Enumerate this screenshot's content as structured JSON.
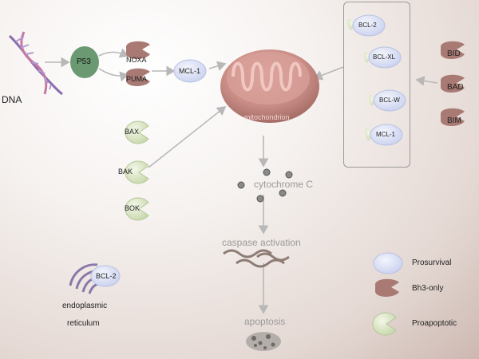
{
  "nodes": {
    "dna": "DNA",
    "p53": "P53",
    "noxa": "NOXA",
    "puma": "PUMA",
    "mcl1_left": "MCL-1",
    "mitochondrion": "mitochondrion",
    "bcl2_box": "BCL-2",
    "bclxl": "BCL-XL",
    "bclw": "BCL-W",
    "mcl1_box": "MCL-1",
    "bid": "BID",
    "bad": "BAD",
    "bim": "BIM",
    "bax": "BAX",
    "bak": "BAK",
    "bok": "BOK",
    "cytochrome": "cytochrome C",
    "caspase": "caspase activation",
    "apoptosis": "apoptosis",
    "bcl2_er": "BCL-2",
    "er_line1": "endoplasmic",
    "er_line2": "reticulum"
  },
  "legend": {
    "prosurvival": "Prosurvival",
    "bh3only": "Bh3-only",
    "proapoptotic": "Proapoptotic"
  },
  "colors": {
    "prosurvival_fill": "#dde2f4",
    "bh3_fill": "#a87a73",
    "proapoptotic_fill": "#dfe8cd",
    "p53_fill": "#6b9a72",
    "mito_fill": "#c98d86",
    "arrow": "#b8b8b8"
  }
}
